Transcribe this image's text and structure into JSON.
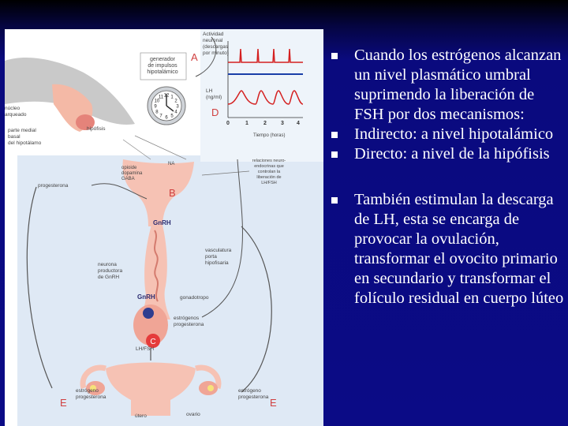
{
  "slide": {
    "bullets": [
      {
        "text": "Cuando los estrógenos alcanzan  un nivel plasmático umbral suprimendo la liberación de FSH por dos mecanismos:"
      },
      {
        "text": "Indirecto: a nivel hipotalámico"
      },
      {
        "text": "Directo: a nivel de la hipófisis"
      },
      {
        "text": "También estimulan la descarga de LH, esta se encarga de provocar la ovulación, transformar el ovocito primario en secundario y transformar el folículo residual en cuerpo lúteo"
      }
    ]
  },
  "figure": {
    "labels": {
      "generador": [
        "generador",
        "de impulsos",
        "hipotalámico"
      ],
      "a": "A",
      "actividad": [
        "Actividad",
        "neuronal",
        "(descargas",
        "por minuto)"
      ],
      "lh_units": [
        "LH",
        "(ng/ml)"
      ],
      "d": "D",
      "ticks": [
        "0",
        "1",
        "2",
        "3",
        "4"
      ],
      "tiempo": "Tiempo (horas)",
      "nucleo": [
        "núcleo",
        "arqueado"
      ],
      "parte_medial": [
        "parte medial",
        "basal",
        "del hipotálamo"
      ],
      "hipofisis": "hipófisis",
      "opioide": [
        "opioide",
        "dopamina",
        "GABA"
      ],
      "na": "NA",
      "relaciones": [
        "relaciones neuro-",
        "endocrinas que",
        "controlan la",
        "liberación de",
        "LH/FSH"
      ],
      "progesterona": "progesterona",
      "b": "B",
      "gnrh": "GnRH",
      "neurona": [
        "neurona",
        "productora",
        "de GnRH"
      ],
      "vasculatura": [
        "vasculatura",
        "porta",
        "hipofisaria"
      ],
      "gnrh_c": "GnRH",
      "gonadotropo": "gonadotropo",
      "c": "C",
      "estrogenos_prog": [
        "estrógenos",
        "progesterona"
      ],
      "lh_fsh": "LH/FSH",
      "estrogeno_left": [
        "estrógeno",
        "progesterona"
      ],
      "estrogeno_right": [
        "estrógeno",
        "progesterona"
      ],
      "e_left": "E",
      "e_right": "E",
      "utero": "útero",
      "ovario": "ovario"
    },
    "clock_numbers": [
      "12",
      "1",
      "2",
      "3",
      "4",
      "5",
      "6",
      "7",
      "8",
      "9",
      "10",
      "11"
    ],
    "colors": {
      "pulse": "#d42020",
      "lh_line": "#1a3fa8",
      "tissue": "#f6c2b4",
      "panel": "#dfe9f5",
      "letter": "#d04040"
    }
  }
}
